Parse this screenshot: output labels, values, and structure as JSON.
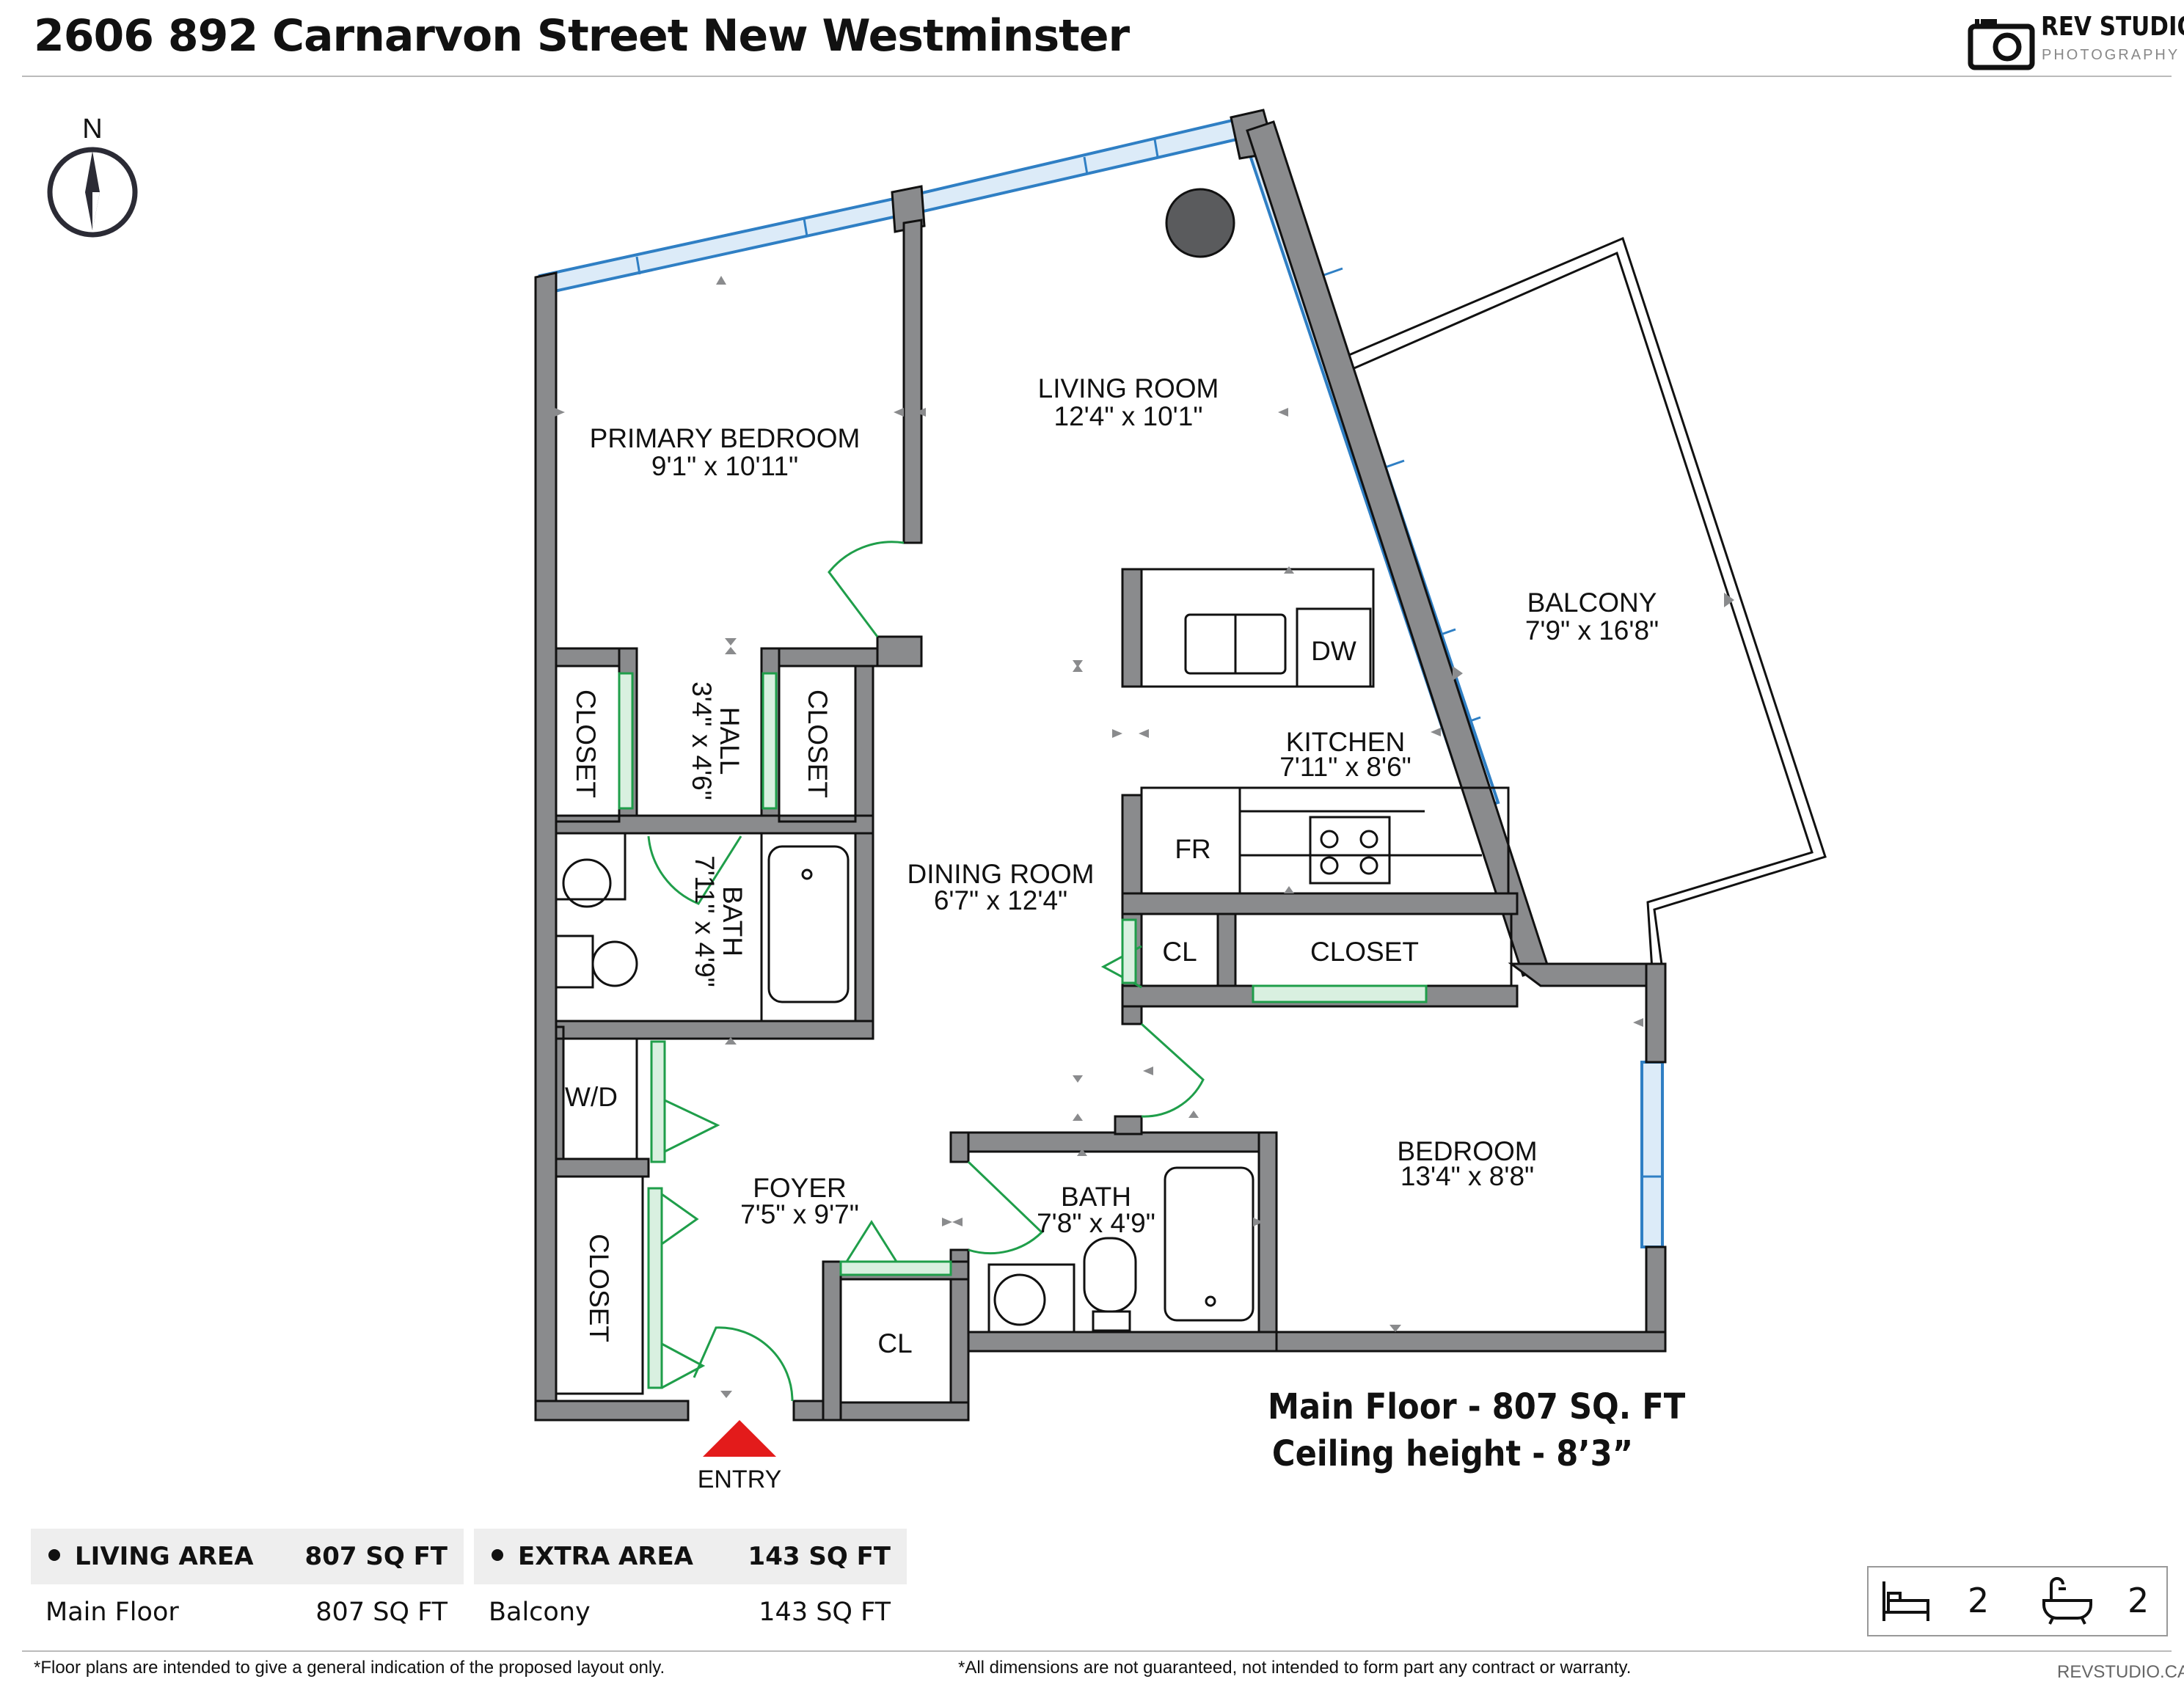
{
  "header": {
    "title": "2606 892 Carnarvon Street New Westminster",
    "logo_name": "REV STUDIO",
    "logo_sub": "PHOTOGRAPHY"
  },
  "compass": {
    "label": "N"
  },
  "rooms": {
    "living_room": {
      "name": "LIVING ROOM",
      "dims": "12'4\" x 10'1\""
    },
    "primary_bedroom": {
      "name": "PRIMARY BEDROOM",
      "dims": "9'1\" x 10'11\""
    },
    "balcony": {
      "name": "BALCONY",
      "dims": "7'9\" x 16'8\""
    },
    "kitchen": {
      "name": "KITCHEN",
      "dims": "7'11\" x 8'6\""
    },
    "hall": {
      "name": "HALL",
      "dims": "3'4\" x 4'6\""
    },
    "bath_1": {
      "name": "BATH",
      "dims": "7'11\" x 4'9\""
    },
    "dining_room": {
      "name": "DINING ROOM",
      "dims": "6'7\" x 12'4\""
    },
    "bedroom": {
      "name": "BEDROOM",
      "dims": "13'4\" x 8'8\""
    },
    "foyer": {
      "name": "FOYER",
      "dims": "7'5\" x 9'7\""
    },
    "bath_2": {
      "name": "BATH",
      "dims": "7'8\" x 4'9\""
    }
  },
  "fixtures": {
    "closet": "CLOSET",
    "cl": "CL",
    "dw": "DW",
    "fr": "FR",
    "wd": "W/D"
  },
  "entry_label": "ENTRY",
  "floor_info": {
    "line1": "Main Floor - 807 SQ. FT",
    "line2": "Ceiling height - 8’3”"
  },
  "living_area": {
    "header_label": "LIVING AREA",
    "header_value": "807 SQ FT",
    "rows": [
      {
        "label": "Main Floor",
        "value": "807 SQ FT"
      }
    ]
  },
  "extra_area": {
    "header_label": "EXTRA AREA",
    "header_value": "143 SQ FT",
    "rows": [
      {
        "label": "Balcony",
        "value": "143 SQ FT"
      }
    ]
  },
  "counts": {
    "beds": "2",
    "baths": "2"
  },
  "footer": {
    "note_left": "*Floor plans are intended to give a general indication of the proposed layout only.",
    "note_right": "*All dimensions are not guaranteed, not intended to form part any contract or warranty.",
    "site": "REVSTUDIO.CA"
  },
  "colors": {
    "wall": "#8a8b8d",
    "window": "#2f7fc4",
    "door": "#1f9e4a",
    "entry_marker": "#e31b1b"
  }
}
